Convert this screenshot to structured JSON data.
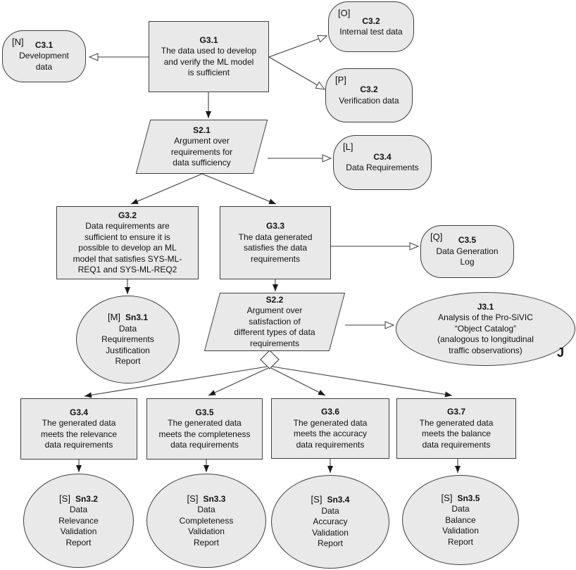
{
  "diagram": {
    "notation": "GSN",
    "colors": {
      "fill": "#e9e9e9",
      "stroke": "#3f3f3f",
      "text": "#111111",
      "bg": "#ffffff"
    },
    "nodes": {
      "c3_1": {
        "type": "context",
        "tag": "[N]",
        "id": "C3.1",
        "text": "Development\ndata"
      },
      "g3_1": {
        "type": "goal",
        "id": "G3.1",
        "text": "The data used to develop\nand verify the ML model\nis sufficient"
      },
      "c3_2_o": {
        "type": "context",
        "tag": "[O]",
        "id": "C3.2",
        "text": "Internal test data"
      },
      "c3_2_p": {
        "type": "context",
        "tag": "[P]",
        "id": "C3.2",
        "text": "Verification data"
      },
      "s2_1": {
        "type": "strategy",
        "id": "S2.1",
        "text": "Argument over\nrequirements for\ndata sufficiency"
      },
      "c3_4": {
        "type": "context",
        "tag": "[L]",
        "id": "C3.4",
        "text": "Data Requirements"
      },
      "g3_2": {
        "type": "goal",
        "id": "G3.2",
        "text": "Data requirements are\nsufficient to ensure it is\npossible to develop an ML\nmodel that satisfies SYS-ML-\nREQ1 and SYS-ML-REQ2"
      },
      "g3_3": {
        "type": "goal",
        "id": "G3.3",
        "text": "The data generated\nsatisfies the data\nrequirements"
      },
      "c3_5": {
        "type": "context",
        "tag": "[Q]",
        "id": "C3.5",
        "text": "Data Generation\nLog"
      },
      "sn3_1": {
        "type": "solution",
        "tag": "[M]",
        "id": "Sn3.1",
        "text": "Data\nRequirements\nJustification\nReport"
      },
      "s2_2": {
        "type": "strategy",
        "id": "S2.2",
        "text": "Argument over\nsatisfaction of\ndifferent types of data\nrequirements"
      },
      "j3_1": {
        "type": "justification",
        "id": "J3.1",
        "text": "Analysis of the Pro-SiVIC\n“Object Catalog”\n(analogous to longitudinal\ntraffic observations)",
        "marker": "J"
      },
      "g3_4": {
        "type": "goal",
        "id": "G3.4",
        "text": "The generated data\nmeets the relevance\ndata requirements"
      },
      "g3_5": {
        "type": "goal",
        "id": "G3.5",
        "text": "The generated data\nmeets the completeness\ndata requirements"
      },
      "g3_6": {
        "type": "goal",
        "id": "G3.6",
        "text": "The generated data\nmeets the accuracy\ndata requirements"
      },
      "g3_7": {
        "type": "goal",
        "id": "G3.7",
        "text": "The generated data\nmeets the balance\ndata requirements"
      },
      "sn3_2": {
        "type": "solution",
        "tag": "[S]",
        "id": "Sn3.2",
        "text": "Data\nRelevance\nValidation\nReport"
      },
      "sn3_3": {
        "type": "solution",
        "tag": "[S]",
        "id": "Sn3.3",
        "text": "Data\nCompleteness\nValidation\nReport"
      },
      "sn3_4": {
        "type": "solution",
        "tag": "[S]",
        "id": "Sn3.4",
        "text": "Data\nAccuracy\nValidation\nReport"
      },
      "sn3_5": {
        "type": "solution",
        "tag": "[S]",
        "id": "Sn3.5",
        "text": "Data\nBalance\nValidation\nReport"
      }
    }
  }
}
